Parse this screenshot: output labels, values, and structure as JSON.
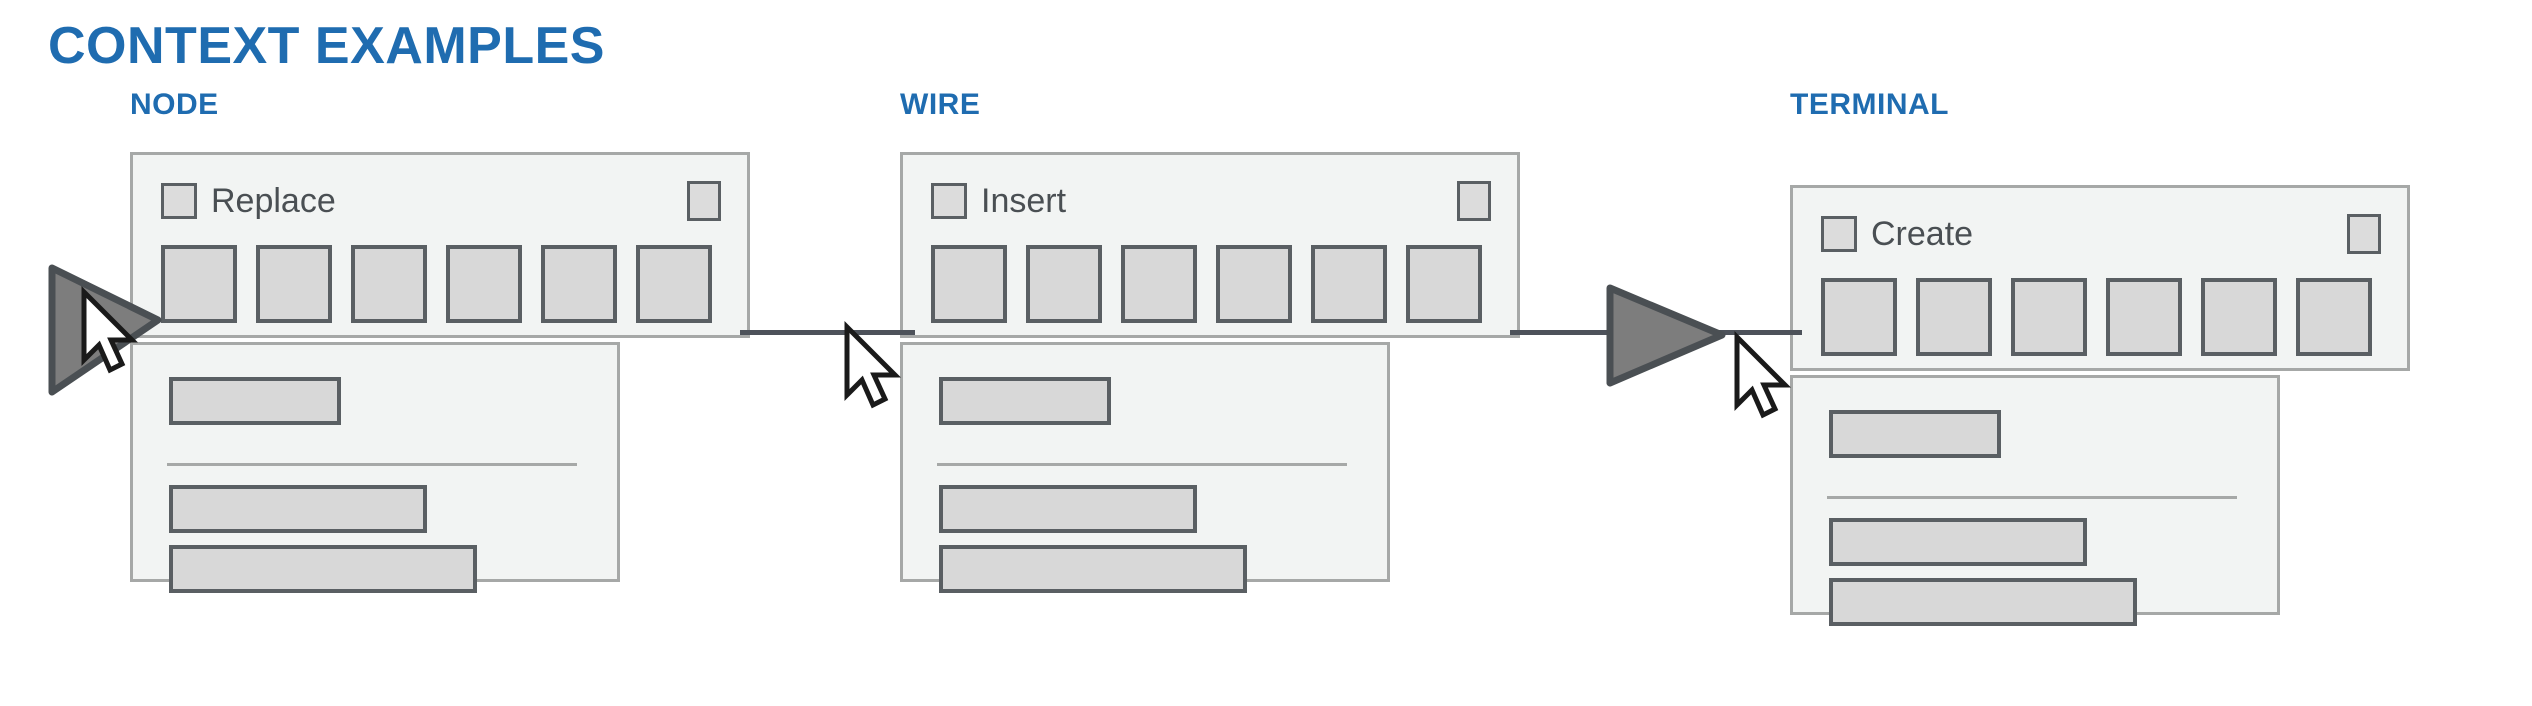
{
  "header": {
    "title": "CONTEXT EXAMPLES",
    "accent_color": "#1f6cb0"
  },
  "groups": [
    {
      "title": "NODE",
      "checkbox_label": "Replace",
      "cell_count": 6,
      "bars": 3
    },
    {
      "title": "WIRE",
      "checkbox_label": "Insert",
      "cell_count": 6,
      "bars": 3
    },
    {
      "title": "TERMINAL",
      "checkbox_label": "Create",
      "cell_count": 6,
      "bars": 3
    }
  ],
  "colors": {
    "panel_fill": "#f2f4f3",
    "panel_border": "#a6a8a7",
    "widget_fill": "#d8d8d8",
    "widget_border": "#5a5f63",
    "wire": "#4d525a",
    "triangle_fill": "#7d7d7d",
    "title_blue": "#1f6cb0"
  }
}
